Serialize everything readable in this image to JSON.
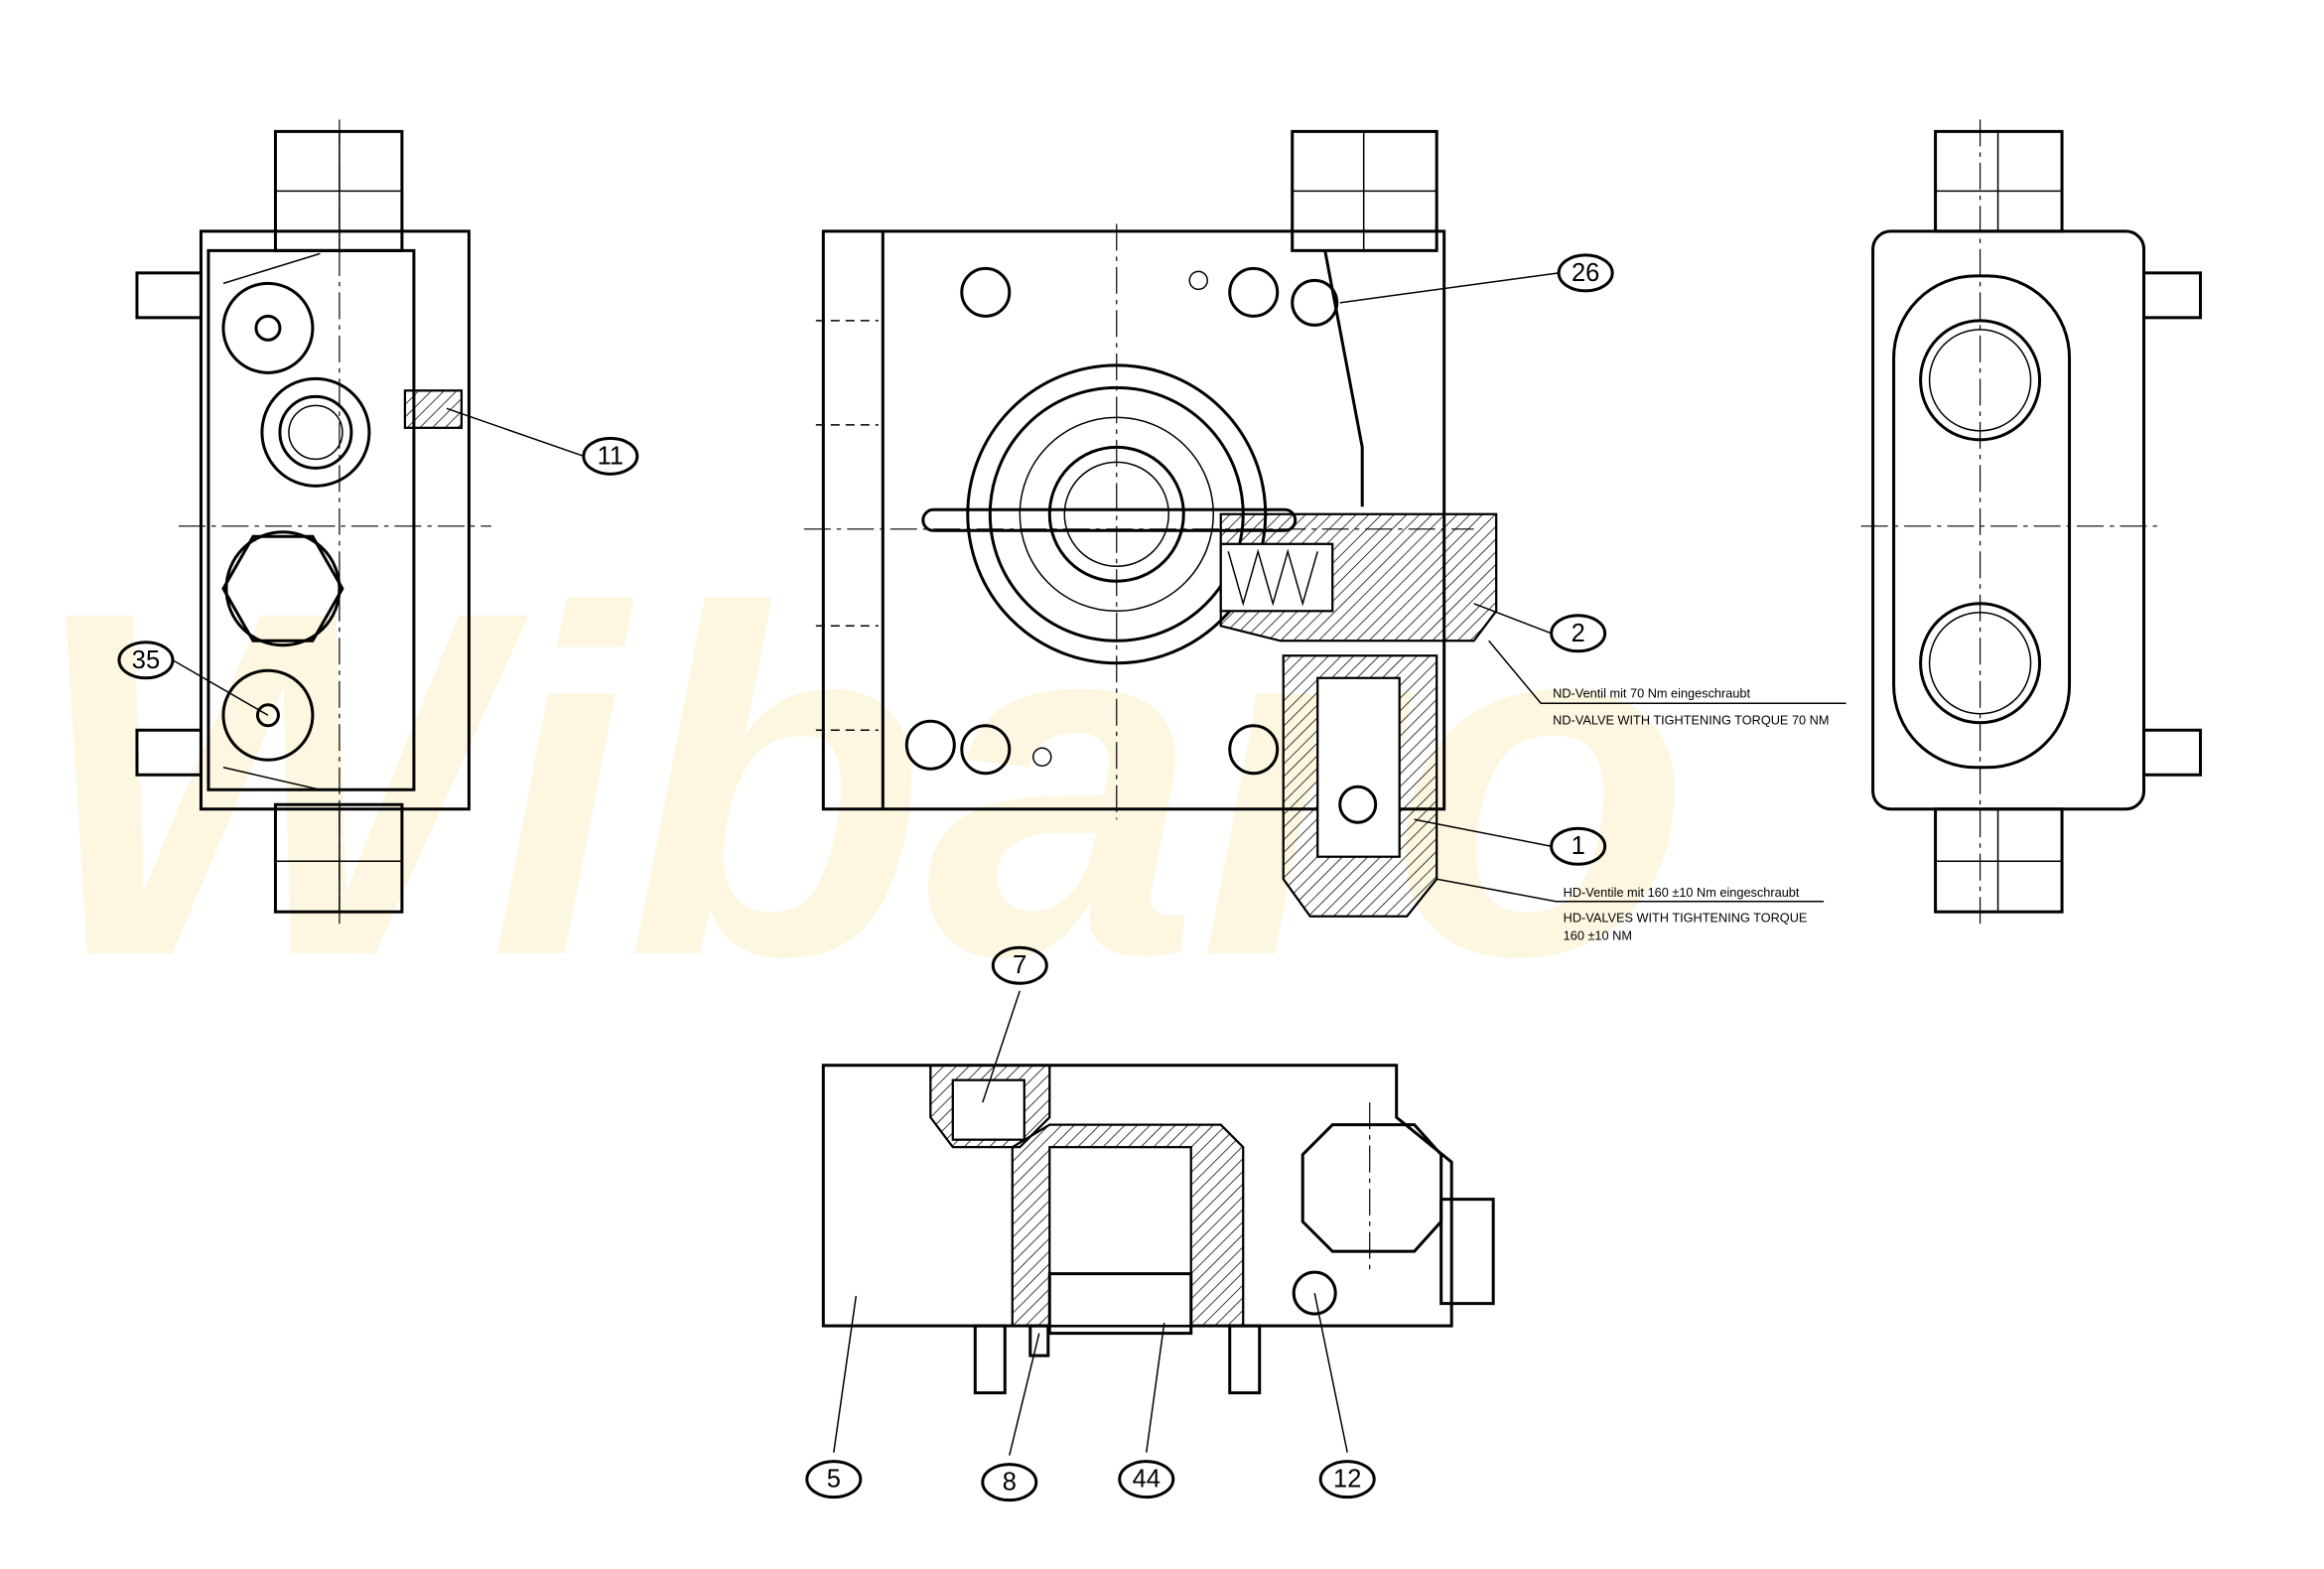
{
  "watermark": "Wibaro",
  "callouts": {
    "c26": "26",
    "c11": "11",
    "c2": "2",
    "c35": "35",
    "c1": "1",
    "c7": "7",
    "c5": "5",
    "c8": "8",
    "c44": "44",
    "c12": "12"
  },
  "notes": {
    "nd_de": "ND-Ventil mit 70 Nm eingeschraubt",
    "nd_en": "ND-VALVE WITH TIGHTENING TORQUE 70 NM",
    "hd_de": "HD-Ventile mit 160 ±10 Nm eingeschraubt",
    "hd_en_1": "HD-VALVES WITH TIGHTENING TORQUE",
    "hd_en_2": "160 ±10 NM"
  },
  "colors": {
    "line": "#000000",
    "watermark": "#fdf3d6"
  }
}
